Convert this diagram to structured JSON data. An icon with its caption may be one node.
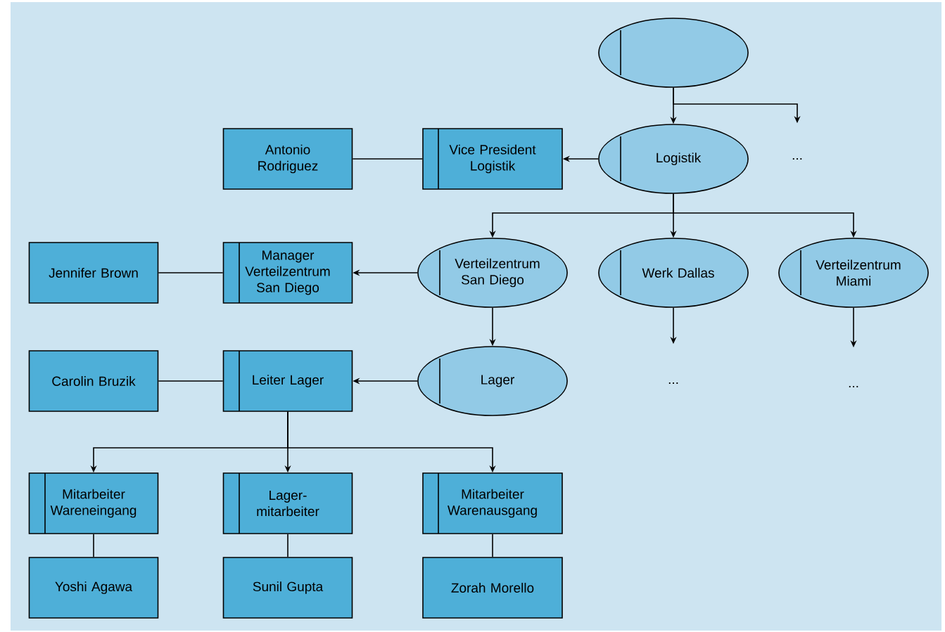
{
  "diagram": {
    "nodes": [
      {
        "text": [],
        "shape": "ellipse"
      },
      {
        "text": [
          "Logistik"
        ]
      },
      {
        "text": [
          "..."
        ]
      },
      {
        "text": [
          "Vice President Logistik"
        ]
      },
      {
        "text": [
          "Antonio Rodriguez"
        ]
      },
      {
        "text": [
          "Verteilzentrum San Diego"
        ]
      },
      {
        "text": [
          "Werk Dallas"
        ]
      },
      {
        "text": [
          "Verteilzentrum Miami"
        ]
      },
      {
        "text": [
          "Manager Verteilzentrum San Diego"
        ]
      },
      {
        "text": [
          "Jennifer Brown"
        ]
      },
      {
        "text": [
          "Lager"
        ]
      },
      {
        "text": [
          "Leiter Lager"
        ]
      },
      {
        "text": [
          "Carolin Bruzik"
        ]
      },
      {
        "text": [
          "..."
        ]
      },
      {
        "text": [
          "..."
        ]
      },
      {
        "text": [
          "Mitarbeiter Wareneingang"
        ]
      },
      {
        "text": [
          "Lager-mitarbeiter"
        ]
      },
      {
        "text": [
          "Mitarbeiter Warenausgang"
        ]
      },
      {
        "text": [
          "Yoshi Agawa"
        ]
      },
      {
        "text": [
          "Sunil Gupta"
        ]
      },
      {
        "text": [
          "Zorah Morello"
        ]
      }
    ],
    "edges": [
      {
        "from": 0,
        "to": 1,
        "arrow": "to"
      },
      {
        "from": 0,
        "to": 2,
        "arrow": "to"
      },
      {
        "from": 1,
        "to": 3,
        "arrow": "to"
      },
      {
        "from": 4,
        "to": 3,
        "arrow": "none"
      },
      {
        "from": 1,
        "to": 5,
        "arrow": "to"
      },
      {
        "from": 1,
        "to": 6,
        "arrow": "to"
      },
      {
        "from": 1,
        "to": 7,
        "arrow": "to"
      },
      {
        "from": 5,
        "to": 8,
        "arrow": "to"
      },
      {
        "from": 9,
        "to": 8,
        "arrow": "none"
      },
      {
        "from": 5,
        "to": 10,
        "arrow": "to"
      },
      {
        "from": 10,
        "to": 11,
        "arrow": "to"
      },
      {
        "from": 12,
        "to": 11,
        "arrow": "none"
      },
      {
        "from": 6,
        "to": 13,
        "arrow": "to"
      },
      {
        "from": 7,
        "to": 14,
        "arrow": "to"
      },
      {
        "from": 11,
        "to": 15,
        "arrow": "to"
      },
      {
        "from": 11,
        "to": 16,
        "arrow": "to"
      },
      {
        "from": 11,
        "to": 17,
        "arrow": "to"
      },
      {
        "from": 15,
        "to": 18,
        "arrow": "none"
      },
      {
        "from": 16,
        "to": 19,
        "arrow": "none"
      },
      {
        "from": 17,
        "to": 20,
        "arrow": "none"
      }
    ]
  }
}
